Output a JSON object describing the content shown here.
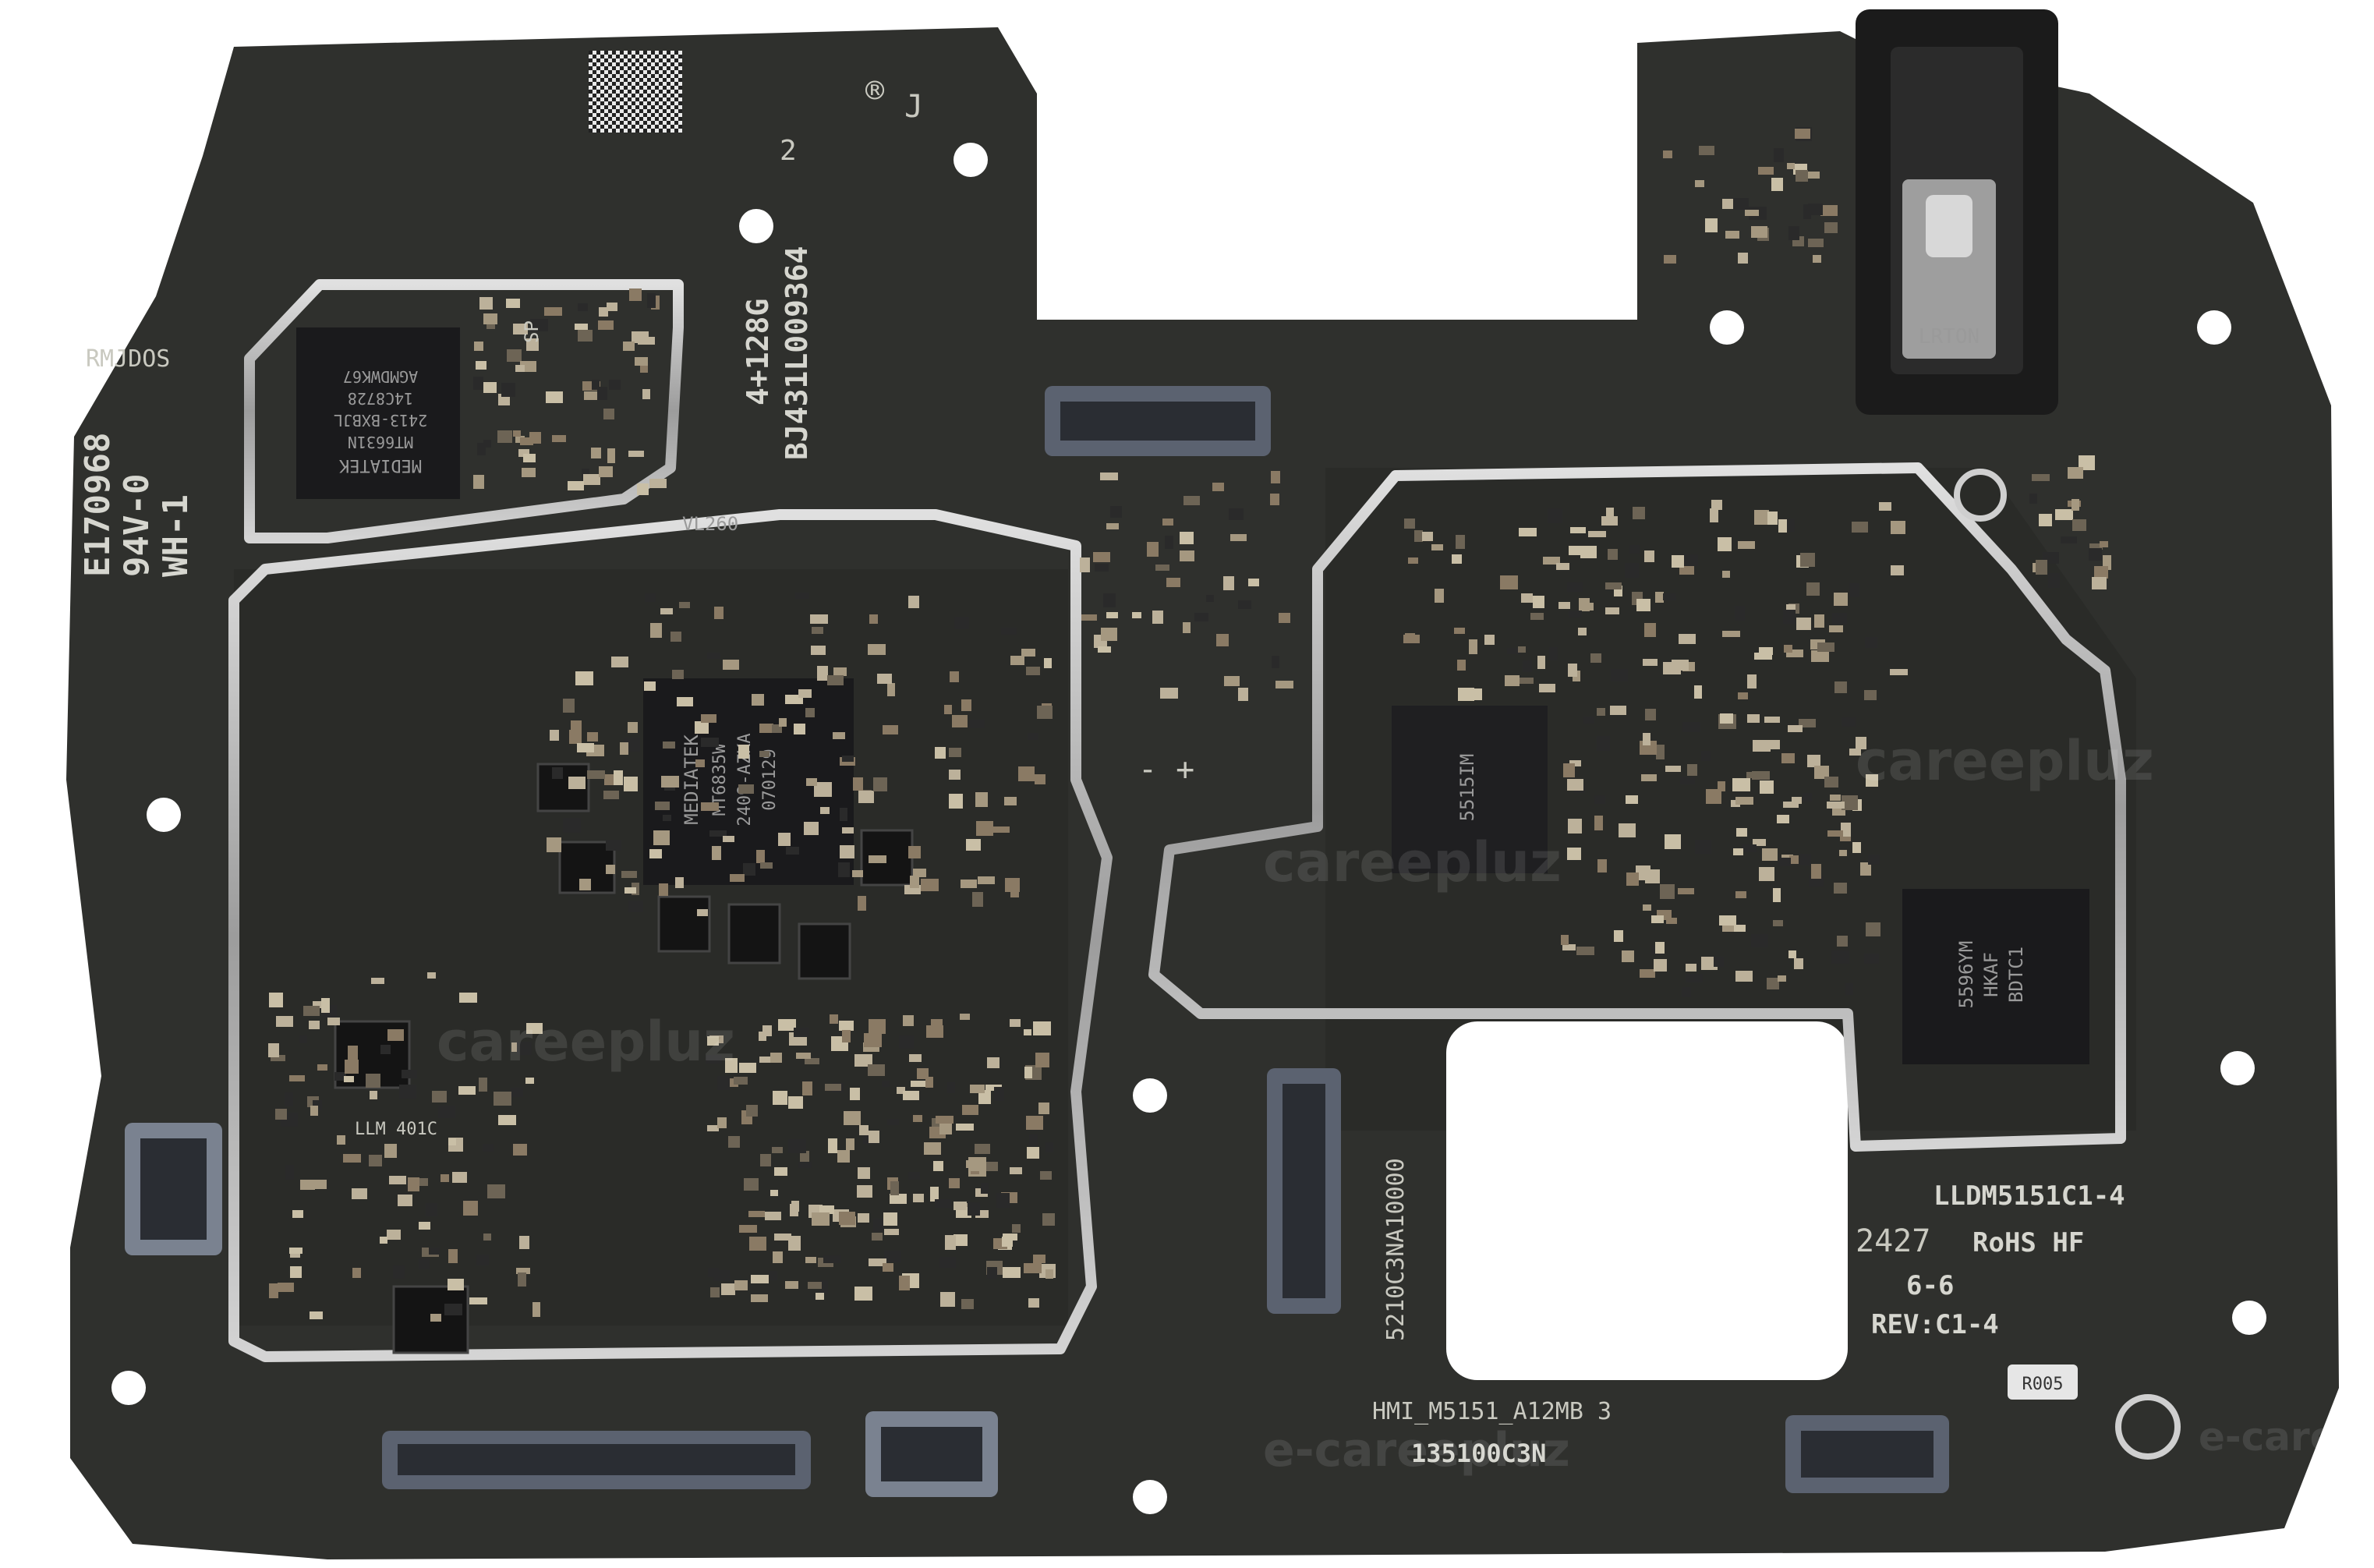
{
  "colors": {
    "background": "#ffffff",
    "board": "#2f302d",
    "board_dark": "#262724",
    "shield_metal": "#c8c8c8",
    "chip": "#1a1a1c",
    "component": "#8a7a64",
    "hole": "#ffffff",
    "pad_gold": "#d8c79a"
  },
  "board": {
    "labels": {
      "rmj": "RMJDOS",
      "ul_line1": "E170968",
      "ul_line2": "94V-0",
      "ul_line3": "WH-1",
      "mem": "4+128G",
      "serial": "BJ431L009364",
      "model": "LLDM5151C1-4",
      "date": "2427",
      "rohs": "RoHS HF",
      "six": "6-6",
      "rev": "REV:C1-4",
      "hmi": "HMI_M5151_A12MB 3",
      "part2": "135100C3N",
      "part1": "5210C3NA10000",
      "r005": "R005",
      "vl": "VL260",
      "llm": "LLM 401C",
      "digit2": "2",
      "sp": "SP",
      "plusminus": "- +",
      "letter_j": "J",
      "ur": "®"
    },
    "chips": {
      "wifi": {
        "brand": "MEDIATEK",
        "line1": "MT6631N",
        "line2": "2413-BXBJL",
        "line3": "14C8728",
        "line4": "AGMDWK67"
      },
      "soc": {
        "brand": "MEDIATEK",
        "line1": "MT6835W",
        "line2": "2409-AZKA",
        "line3": "070129"
      },
      "pmic": {
        "line1": "5515IM"
      },
      "amp": {
        "line1": "5596YM",
        "line2": "HKAF",
        "line3": "BDTC1"
      }
    },
    "jack_label": "LRTON",
    "watermark": "careepluz",
    "watermark_small": "e-careepluz"
  }
}
